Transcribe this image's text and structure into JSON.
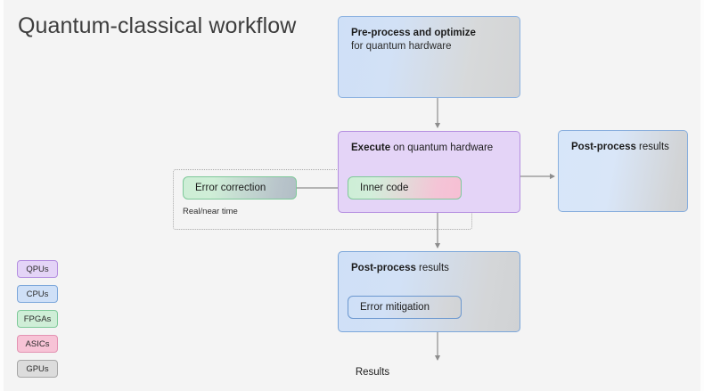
{
  "title": "Quantum-classical workflow",
  "nodes": {
    "preprocess": {
      "title_bold": "Pre-process and optimize",
      "title_rest": "",
      "subtitle": "for quantum hardware"
    },
    "execute": {
      "title_bold": "Execute",
      "title_rest": " on quantum hardware"
    },
    "postprocess_right": {
      "title_bold": "Post-process",
      "title_rest": " results"
    },
    "postprocess_bottom": {
      "title_bold": "Post-process",
      "title_rest": " results"
    }
  },
  "pills": {
    "error_correction": "Error correction",
    "inner_code": "Inner code",
    "error_mitigation": "Error mitigation"
  },
  "group": {
    "realtime_label": "Real/near time"
  },
  "results_label": "Results",
  "legend": {
    "items": [
      {
        "label": "QPUs",
        "color": "#e4d4f7",
        "border": "#b48ee0"
      },
      {
        "label": "CPUs",
        "color": "#cfe0f7",
        "border": "#7ba6da"
      },
      {
        "label": "FPGAs",
        "color": "#cfeed7",
        "border": "#7fc99a"
      },
      {
        "label": "ASICs",
        "color": "#f7c3d6",
        "border": "#e392b2"
      },
      {
        "label": "GPUs",
        "color": "#dcdcdc",
        "border": "#a6a6a6"
      }
    ]
  },
  "colors": {
    "background": "#f4f4f4",
    "connector": "#8d8d8d",
    "text": "#1c1c1c",
    "title_text": "#3d3d3d"
  }
}
